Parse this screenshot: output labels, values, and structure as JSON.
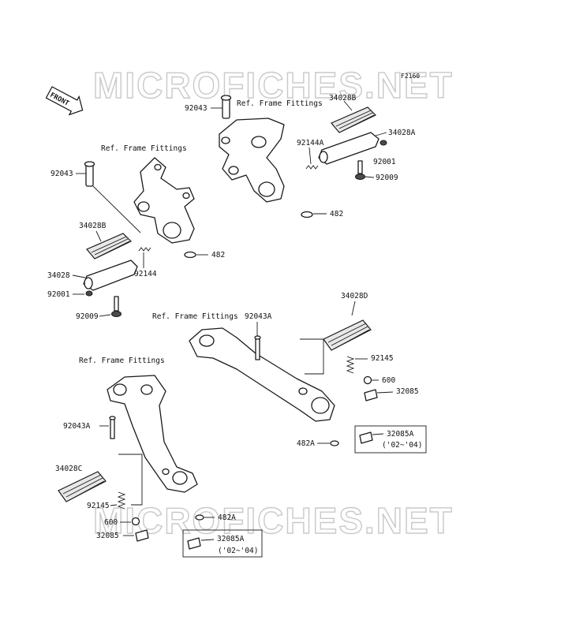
{
  "figure_code": "F2160",
  "front_badge": "FRONT",
  "watermark": "MICROFICHES.NET",
  "labels": {
    "ref_frame_fittings": "Ref. Frame Fittings",
    "p92043": "92043",
    "p92043A": "92043A",
    "p34028": "34028",
    "p34028A": "34028A",
    "p34028B": "34028B",
    "p34028C": "34028C",
    "p34028D": "34028D",
    "p92001": "92001",
    "p92009": "92009",
    "p92144": "92144",
    "p92144A": "92144A",
    "p92145": "92145",
    "p482": "482",
    "p482A": "482A",
    "p600": "600",
    "p32085": "32085",
    "p32085A": "32085A",
    "years": "('02~'04)"
  }
}
